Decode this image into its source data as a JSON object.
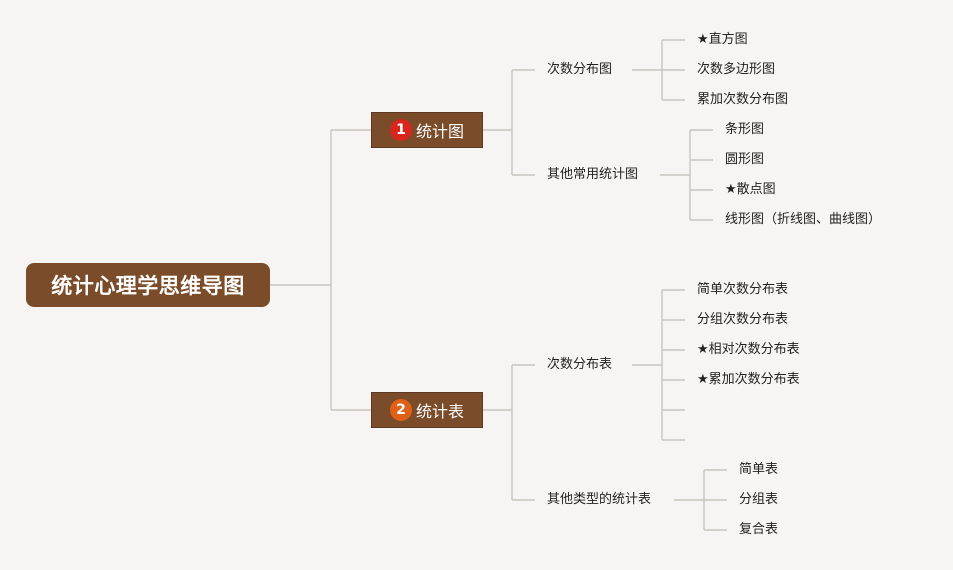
{
  "root": {
    "label": "统计心理学思维导图"
  },
  "branches": [
    {
      "badge": "1",
      "label": "统计图"
    },
    {
      "badge": "2",
      "label": "统计表"
    }
  ],
  "subs": [
    {
      "label": "次数分布图",
      "leaves": [
        "★直方图",
        "次数多边形图",
        "累加次数分布图"
      ]
    },
    {
      "label": "其他常用统计图",
      "leaves": [
        "条形图",
        "圆形图",
        "★散点图",
        "线形图（折线图、曲线图）"
      ]
    },
    {
      "label": "次数分布表",
      "leaves": [
        "简单次数分布表",
        "分组次数分布表",
        "★相对次数分布表",
        "★累加次数分布表",
        "",
        ""
      ]
    },
    {
      "label": "其他类型的统计表",
      "leaves": [
        "简单表",
        "分组表",
        "复合表"
      ]
    }
  ],
  "colors": {
    "node_fill": "#7a4c2a",
    "badge_red": "#d9261c",
    "badge_orange": "#e0601a",
    "line": "#c9c4bf"
  }
}
